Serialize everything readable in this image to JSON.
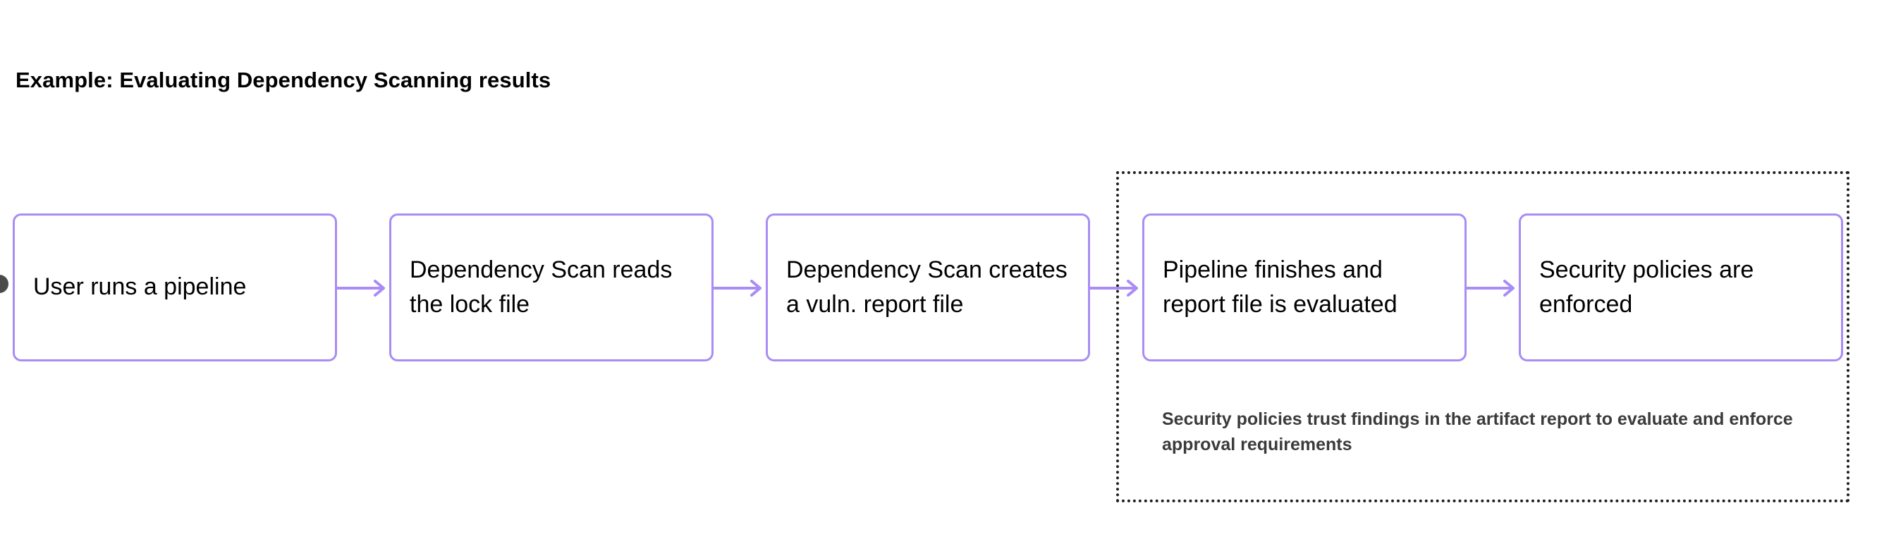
{
  "title": "Example: Evaluating Dependency Scanning results",
  "colors": {
    "node_border": "#a98cf5",
    "arrow": "#a98cf5",
    "group_border": "#1f1f1f",
    "note_text": "#3b3b3b",
    "title_text": "#000000",
    "node_text": "#000000",
    "start_dot": "#4a4a4a",
    "background": "#ffffff"
  },
  "flow": {
    "nodes": [
      {
        "id": "user-runs-pipeline",
        "label": "User runs a pipeline"
      },
      {
        "id": "dependency-scan-reads-lock-file",
        "label": "Dependency Scan reads the lock file"
      },
      {
        "id": "dependency-scan-creates-report",
        "label": "Dependency Scan creates a vuln. report file"
      },
      {
        "id": "pipeline-finishes-report-evaluated",
        "label": "Pipeline finishes and report file is evaluated"
      },
      {
        "id": "security-policies-enforced",
        "label": "Security policies are enforced"
      }
    ],
    "arrows": [
      {
        "id": "arrow-1",
        "from": "user-runs-pipeline",
        "to": "dependency-scan-reads-lock-file"
      },
      {
        "id": "arrow-2",
        "from": "dependency-scan-reads-lock-file",
        "to": "dependency-scan-creates-report"
      },
      {
        "id": "arrow-3",
        "from": "dependency-scan-creates-report",
        "to": "pipeline-finishes-report-evaluated"
      },
      {
        "id": "arrow-4",
        "from": "pipeline-finishes-report-evaluated",
        "to": "security-policies-enforced"
      }
    ]
  },
  "policy_group": {
    "note": "Security policies trust findings in the artifact report to evaluate and enforce approval requirements",
    "contains": [
      "pipeline-finishes-report-evaluated",
      "security-policies-enforced"
    ]
  }
}
